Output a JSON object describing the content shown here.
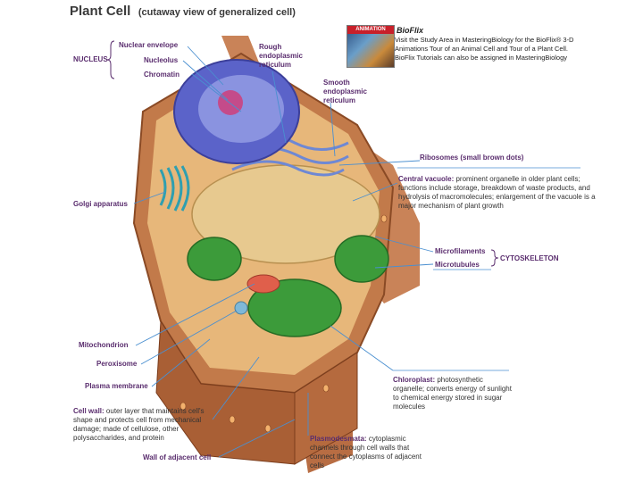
{
  "title": {
    "main": "Plant Cell",
    "sub": "(cutaway view of generalized cell)"
  },
  "promo": {
    "badge": "ANIMATION",
    "brand": "BioFlix",
    "text": "Visit the Study Area in MasteringBiology for the BioFlix® 3-D Animations Tour of an Animal Cell and Tour of a Plant Cell. BioFlix Tutorials can also be assigned in MasteringBiology"
  },
  "labels": {
    "nucleus": "NUCLEUS",
    "nuclear_envelope": "Nuclear envelope",
    "nucleolus": "Nucleolus",
    "chromatin": "Chromatin",
    "rough_er": "Rough endoplasmic reticulum",
    "smooth_er": "Smooth endoplasmic reticulum",
    "ribosomes": "Ribosomes (small brown dots)",
    "central_vacuole_name": "Central vacuole:",
    "central_vacuole_desc": "prominent organelle in older plant cells; functions include storage, breakdown of waste products, and hydrolysis of macromolecules; enlargement of the vacuole is a major mechanism of plant growth",
    "golgi": "Golgi apparatus",
    "microfilaments": "Microfilaments",
    "microtubules": "Microtubules",
    "cytoskeleton": "CYTOSKELETON",
    "mitochondrion": "Mitochondrion",
    "peroxisome": "Peroxisome",
    "plasma_membrane": "Plasma membrane",
    "cell_wall_name": "Cell wall:",
    "cell_wall_desc": "outer layer that maintains cell's shape and protects cell from mechanical damage; made of cellulose, other polysaccharides, and protein",
    "chloroplast_name": "Chloroplast:",
    "chloroplast_desc": "photosynthetic organelle; converts energy of sunlight to chemical energy stored in sugar molecules",
    "plasmodesmata_name": "Plasmodesmata:",
    "plasmodesmata_desc": "cytoplasmic channels through cell walls that connect the cytoplasms of adjacent cells",
    "wall_adjacent": "Wall of adjacent cell"
  },
  "colors": {
    "label_text": "#5a2d6e",
    "leader_line": "#4a8fd0",
    "cell_wall": "#c27a4a",
    "nucleus": "#5b63c9",
    "vacuole": "#e7c98f",
    "chloroplast": "#3c9b3a"
  }
}
